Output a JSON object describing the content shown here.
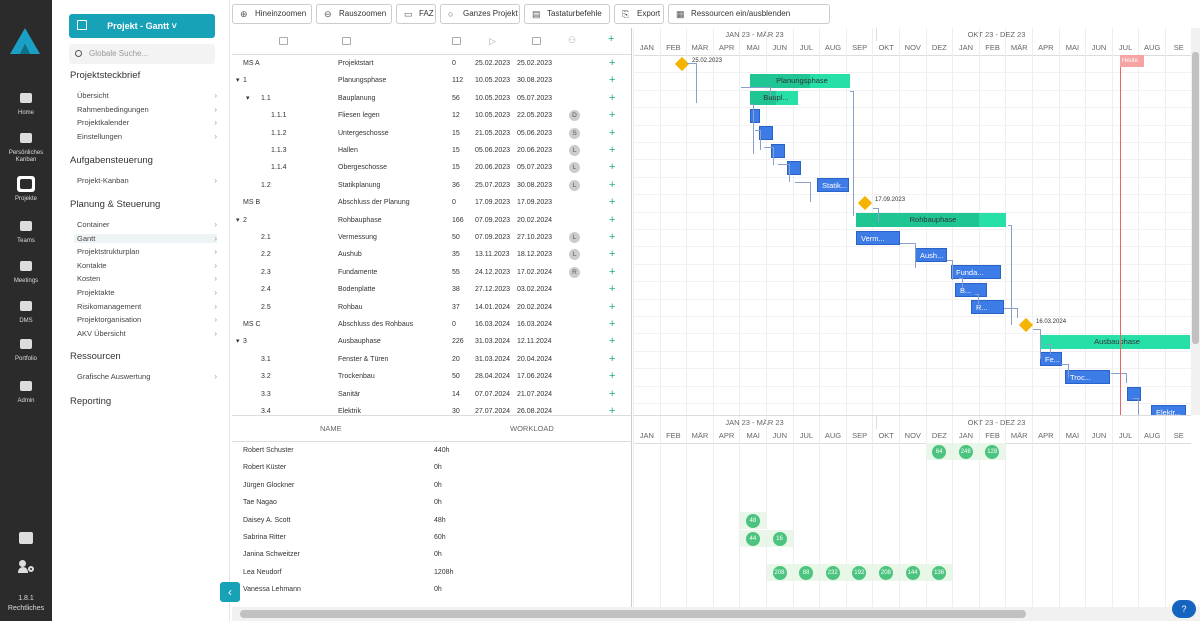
{
  "app": {
    "version": "1.8.1",
    "legal": "Rechtliches"
  },
  "nav": [
    {
      "label": "Home",
      "icon": "home-icon"
    },
    {
      "label": "Persönliches Kanban",
      "icon": "kanban-icon"
    },
    {
      "label": "Projekte",
      "icon": "projects-icon",
      "active": true
    },
    {
      "label": "Teams",
      "icon": "teams-icon"
    },
    {
      "label": "Meetings",
      "icon": "meetings-icon"
    },
    {
      "label": "DMS",
      "icon": "folder-icon"
    },
    {
      "label": "Portfolio",
      "icon": "portfolio-icon"
    },
    {
      "label": "Admin",
      "icon": "admin-icon"
    }
  ],
  "sidebar": {
    "project_button": "Projekt - Gantt",
    "search_placeholder": "Globale Suche...",
    "sections": [
      {
        "title": "Projektsteckbrief",
        "items": [
          "Übersicht",
          "Rahmenbedingungen",
          "Projektkalender",
          "Einstellungen"
        ]
      },
      {
        "title": "Aufgabensteuerung",
        "items": [
          "Projekt-Kanban"
        ]
      },
      {
        "title": "Planung & Steuerung",
        "items": [
          "Container",
          "Gantt",
          "Projektstrukturplan",
          "Kontakte",
          "Kosten",
          "Projektakte",
          "Risikomanagement",
          "Projektorganisation",
          "AKV Übersicht"
        ]
      },
      {
        "title": "Ressourcen",
        "items": [
          "Grafische Auswertung"
        ]
      },
      {
        "title": "Reporting",
        "items": []
      }
    ],
    "selected_item": "Gantt"
  },
  "toolbar": [
    {
      "label": "Hineinzoomen",
      "icon": "zoom-in-icon"
    },
    {
      "label": "Rauszoomen",
      "icon": "zoom-out-icon"
    },
    {
      "label": "FAZ",
      "icon": "car-icon"
    },
    {
      "label": "Ganzes Projekt",
      "icon": "search-icon"
    },
    {
      "label": "Tastaturbefehle",
      "icon": "keyboard-icon"
    },
    {
      "label": "Export",
      "icon": "export-icon"
    },
    {
      "label": "Ressourcen ein/ausblenden",
      "icon": "calendar-icon"
    }
  ],
  "tasks": [
    {
      "wbs": "MS A",
      "name": "Projektstart",
      "dur": "0",
      "start": "25.02.2023",
      "end": "25.02.2023",
      "res": "",
      "lvl": 0,
      "tog": false
    },
    {
      "wbs": "1",
      "name": "Planungsphase",
      "dur": "112",
      "start": "10.05.2023",
      "end": "30.08.2023",
      "res": "",
      "lvl": 0,
      "tog": true
    },
    {
      "wbs": "1.1",
      "name": "Bauplanung",
      "dur": "56",
      "start": "10.05.2023",
      "end": "05.07.2023",
      "res": "",
      "lvl": 1,
      "tog": true
    },
    {
      "wbs": "1.1.1",
      "name": "Fliesen legen",
      "dur": "12",
      "start": "10.05.2023",
      "end": "22.05.2023",
      "res": "D",
      "lvl": 2,
      "tog": false
    },
    {
      "wbs": "1.1.2",
      "name": "Untergeschosse",
      "dur": "15",
      "start": "21.05.2023",
      "end": "05.06.2023",
      "res": "S",
      "lvl": 2,
      "tog": false
    },
    {
      "wbs": "1.1.3",
      "name": "Hallen",
      "dur": "15",
      "start": "05.06.2023",
      "end": "20.06.2023",
      "res": "L",
      "lvl": 2,
      "tog": false
    },
    {
      "wbs": "1.1.4",
      "name": "Obergeschosse",
      "dur": "15",
      "start": "20.06.2023",
      "end": "05.07.2023",
      "res": "L",
      "lvl": 2,
      "tog": false
    },
    {
      "wbs": "1.2",
      "name": "Statikplanung",
      "dur": "36",
      "start": "25.07.2023",
      "end": "30.08.2023",
      "res": "L",
      "lvl": 1,
      "tog": false
    },
    {
      "wbs": "MS B",
      "name": "Abschluss der Planung",
      "dur": "0",
      "start": "17.09.2023",
      "end": "17.09.2023",
      "res": "",
      "lvl": 0,
      "tog": false
    },
    {
      "wbs": "2",
      "name": "Rohbauphase",
      "dur": "166",
      "start": "07.09.2023",
      "end": "20.02.2024",
      "res": "",
      "lvl": 0,
      "tog": true
    },
    {
      "wbs": "2.1",
      "name": "Vermessung",
      "dur": "50",
      "start": "07.09.2023",
      "end": "27.10.2023",
      "res": "L",
      "lvl": 1,
      "tog": false
    },
    {
      "wbs": "2.2",
      "name": "Aushub",
      "dur": "35",
      "start": "13.11.2023",
      "end": "18.12.2023",
      "res": "L",
      "lvl": 1,
      "tog": false
    },
    {
      "wbs": "2.3",
      "name": "Fundamente",
      "dur": "55",
      "start": "24.12.2023",
      "end": "17.02.2024",
      "res": "R",
      "lvl": 1,
      "tog": false
    },
    {
      "wbs": "2.4",
      "name": "Bodenplatte",
      "dur": "38",
      "start": "27.12.2023",
      "end": "03.02.2024",
      "res": "",
      "lvl": 1,
      "tog": false
    },
    {
      "wbs": "2.5",
      "name": "Rohbau",
      "dur": "37",
      "start": "14.01.2024",
      "end": "20.02.2024",
      "res": "",
      "lvl": 1,
      "tog": false
    },
    {
      "wbs": "MS C",
      "name": "Abschluss des Rohbaus",
      "dur": "0",
      "start": "16.03.2024",
      "end": "16.03.2024",
      "res": "",
      "lvl": 0,
      "tog": false
    },
    {
      "wbs": "3",
      "name": "Ausbauphase",
      "dur": "226",
      "start": "31.03.2024",
      "end": "12.11.2024",
      "res": "",
      "lvl": 0,
      "tog": true
    },
    {
      "wbs": "3.1",
      "name": "Fenster & Türen",
      "dur": "20",
      "start": "31.03.2024",
      "end": "20.04.2024",
      "res": "",
      "lvl": 1,
      "tog": false
    },
    {
      "wbs": "3.2",
      "name": "Trockenbau",
      "dur": "50",
      "start": "28.04.2024",
      "end": "17.06.2024",
      "res": "",
      "lvl": 1,
      "tog": false
    },
    {
      "wbs": "3.3",
      "name": "Sanitär",
      "dur": "14",
      "start": "07.07.2024",
      "end": "21.07.2024",
      "res": "",
      "lvl": 1,
      "tog": false
    },
    {
      "wbs": "3.4",
      "name": "Elektrik",
      "dur": "30",
      "start": "27.07.2024",
      "end": "26.08.2024",
      "res": "",
      "lvl": 1,
      "tog": false
    }
  ],
  "timeline": {
    "quarters": [
      "JAN 23 - MÄR 23",
      "OKT 23 - DEZ 23"
    ],
    "months": [
      "JAN",
      "FEB",
      "MÄR",
      "APR",
      "MAI",
      "JUN",
      "JUL",
      "AUG",
      "SEP",
      "OKT",
      "NOV",
      "DEZ",
      "JAN",
      "FEB",
      "MÄR",
      "APR",
      "MAI",
      "JUN",
      "JUL",
      "AUG",
      "SE"
    ],
    "today_label": "Heute"
  },
  "bars": [
    {
      "label": "",
      "type": "ms",
      "row": 0,
      "mlbl": "25.02.2023"
    },
    {
      "label": "Planungsphase",
      "type": "teal",
      "row": 1
    },
    {
      "label": "Baupl...",
      "type": "teal",
      "row": 2
    },
    {
      "label": "",
      "type": "blue",
      "row": 3
    },
    {
      "label": "",
      "type": "blue",
      "row": 4
    },
    {
      "label": "",
      "type": "blue",
      "row": 5
    },
    {
      "label": "",
      "type": "blue",
      "row": 6
    },
    {
      "label": "Statik...",
      "type": "blue",
      "row": 7
    },
    {
      "label": "",
      "type": "ms",
      "row": 8,
      "mlbl": "17.09.2023"
    },
    {
      "label": "Rohbauphase",
      "type": "teal",
      "row": 9
    },
    {
      "label": "Verm...",
      "type": "blue",
      "row": 10
    },
    {
      "label": "Aush...",
      "type": "blue",
      "row": 11
    },
    {
      "label": "Funda...",
      "type": "blue",
      "row": 12
    },
    {
      "label": "B...",
      "type": "blue",
      "row": 13
    },
    {
      "label": "R...",
      "type": "blue",
      "row": 14
    },
    {
      "label": "",
      "type": "ms",
      "row": 15,
      "mlbl": "16.03.2024"
    },
    {
      "label": "Ausbauphase",
      "type": "teal",
      "row": 16
    },
    {
      "label": "Fe...",
      "type": "blue",
      "row": 17
    },
    {
      "label": "Troc...",
      "type": "blue",
      "row": 18
    },
    {
      "label": "",
      "type": "blue",
      "row": 19
    },
    {
      "label": "Elektr...",
      "type": "blue",
      "row": 20
    }
  ],
  "resources": {
    "name_header": "NAME",
    "workload_header": "WORKLOAD",
    "rows": [
      {
        "name": "Robert Schuster",
        "load": "440h",
        "cells": [
          {
            "m": 11,
            "v": "64"
          },
          {
            "m": 12,
            "v": "248"
          },
          {
            "m": 13,
            "v": "128"
          }
        ]
      },
      {
        "name": "Robert Küster",
        "load": "0h",
        "cells": []
      },
      {
        "name": "Jürgen Glockner",
        "load": "0h",
        "cells": []
      },
      {
        "name": "Tae Nagao",
        "load": "0h",
        "cells": []
      },
      {
        "name": "Daisey A. Scott",
        "load": "48h",
        "cells": [
          {
            "m": 4,
            "v": "48"
          }
        ]
      },
      {
        "name": "Sabrina Ritter",
        "load": "60h",
        "cells": [
          {
            "m": 4,
            "v": "44"
          },
          {
            "m": 5,
            "v": "16"
          }
        ]
      },
      {
        "name": "Janina Schweitzer",
        "load": "0h",
        "cells": []
      },
      {
        "name": "Lea Neudorf",
        "load": "1208h",
        "cells": [
          {
            "m": 5,
            "v": "208"
          },
          {
            "m": 6,
            "v": "88"
          },
          {
            "m": 7,
            "v": "232"
          },
          {
            "m": 8,
            "v": "192"
          },
          {
            "m": 9,
            "v": "208"
          },
          {
            "m": 10,
            "v": "144"
          },
          {
            "m": 11,
            "v": "136"
          }
        ]
      },
      {
        "name": "Vanessa Lehmann",
        "load": "0h",
        "cells": []
      }
    ]
  }
}
